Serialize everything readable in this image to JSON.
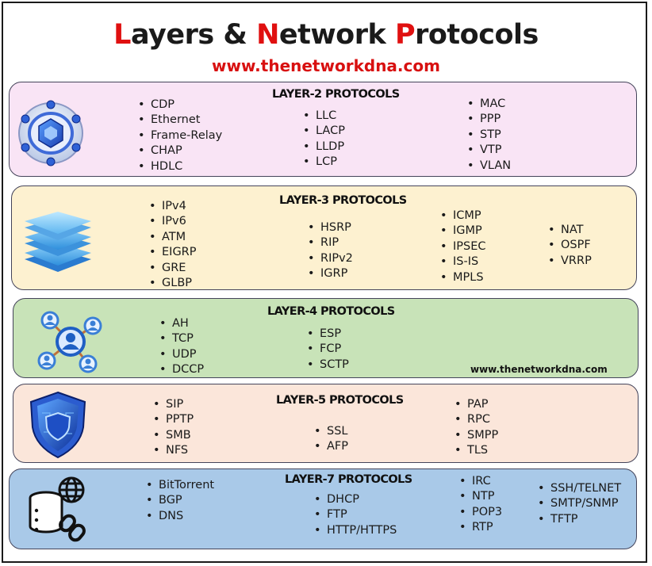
{
  "title": {
    "letter_l": "L",
    "part1": "ayers & ",
    "letter_n": "N",
    "part2": "etwork ",
    "letter_p": "P",
    "part3": "rotocols"
  },
  "url": "www.thenetworkdna.com",
  "watermark": "www.thenetworkdna.com",
  "colors": {
    "accent_red": "#e01010",
    "layer2_bg": "#f9e4f5",
    "layer3_bg": "#fdf1d0",
    "layer4_bg": "#c8e3b8",
    "layer5_bg": "#fbe6da",
    "layer7_bg": "#a9c9e8"
  },
  "layers": [
    {
      "title": "LAYER-2 PROTOCOLS",
      "icon": "network-hub-icon",
      "columns": [
        [
          "CDP",
          "Ethernet",
          "Frame-Relay",
          "CHAP",
          "HDLC"
        ],
        [
          "LLC",
          "LACP",
          "LLDP",
          "LCP"
        ],
        [
          "MAC",
          "PPP",
          "STP",
          "VTP",
          "VLAN"
        ]
      ]
    },
    {
      "title": "LAYER-3 PROTOCOLS",
      "icon": "stacked-layers-icon",
      "columns": [
        [
          "IPv4",
          "IPv6",
          "ATM",
          "EIGRP",
          "GRE",
          "GLBP"
        ],
        [
          "HSRP",
          "RIP",
          "RIPv2",
          "IGRP"
        ],
        [
          "ICMP",
          "IGMP",
          "IPSEC",
          "IS-IS",
          "MPLS"
        ],
        [
          "NAT",
          "OSPF",
          "VRRP"
        ]
      ]
    },
    {
      "title": "LAYER-4 PROTOCOLS",
      "icon": "connected-users-icon",
      "columns": [
        [
          "AH",
          "TCP",
          "UDP",
          "DCCP"
        ],
        [
          "ESP",
          "FCP",
          "SCTP"
        ]
      ]
    },
    {
      "title": "LAYER-5 PROTOCOLS",
      "icon": "security-shield-icon",
      "columns": [
        [
          "SIP",
          "PPTP",
          "SMB",
          "NFS"
        ],
        [
          "SSL",
          "AFP"
        ],
        [
          "PAP",
          "RPC",
          "SMPP",
          "TLS"
        ]
      ]
    },
    {
      "title": "LAYER-7 PROTOCOLS",
      "icon": "database-globe-icon",
      "columns": [
        [
          "BitTorrent",
          "BGP",
          "DNS"
        ],
        [
          "DHCP",
          "FTP",
          "HTTP/HTTPS"
        ],
        [
          "IRC",
          "NTP",
          "POP3",
          "RTP"
        ],
        [
          "SSH/TELNET",
          "SMTP/SNMP",
          "TFTP"
        ]
      ]
    }
  ]
}
